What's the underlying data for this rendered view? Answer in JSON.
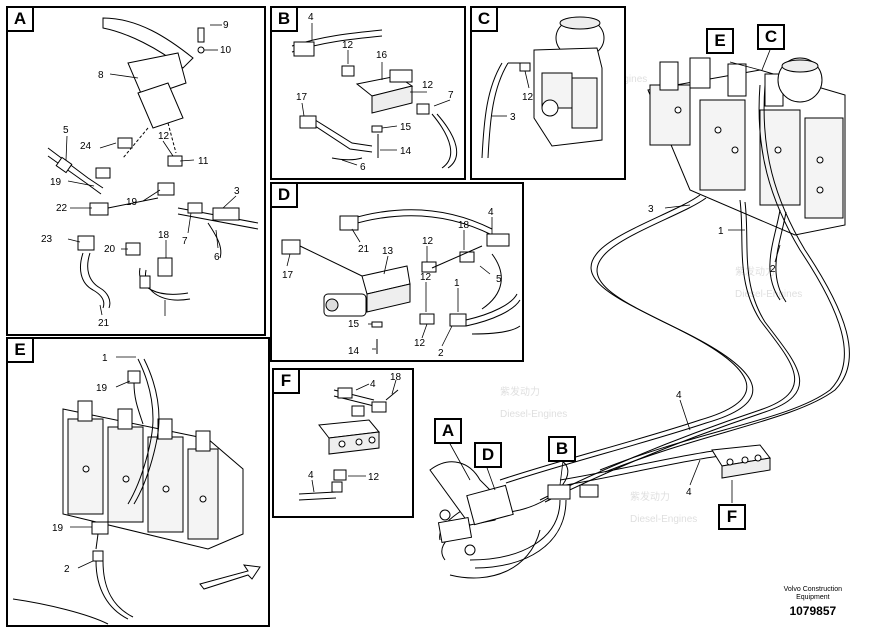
{
  "panels": {
    "A": {
      "label": "A",
      "parts": [
        "9",
        "10",
        "8",
        "5",
        "24",
        "12",
        "11",
        "19",
        "22",
        "3",
        "19",
        "23",
        "20",
        "18",
        "7",
        "6",
        "21"
      ]
    },
    "B": {
      "label": "B",
      "parts": [
        "4",
        "12",
        "16",
        "12",
        "17",
        "15",
        "7",
        "14",
        "6"
      ]
    },
    "C": {
      "label": "C",
      "parts": [
        "12",
        "3"
      ]
    },
    "D": {
      "label": "D",
      "parts": [
        "21",
        "18",
        "4",
        "12",
        "13",
        "17",
        "5",
        "12",
        "1",
        "15",
        "12",
        "2",
        "14"
      ]
    },
    "E": {
      "label": "E",
      "parts": [
        "1",
        "19",
        "19",
        "2"
      ]
    },
    "F": {
      "label": "F",
      "parts": [
        "4",
        "18",
        "4",
        "12"
      ]
    }
  },
  "main": {
    "callouts": [
      "E",
      "C",
      "A",
      "D",
      "B",
      "F"
    ],
    "parts": [
      "3",
      "1",
      "2",
      "4",
      "4"
    ]
  },
  "watermark": {
    "cn": "紫发动力",
    "en": "Diesel-Engines"
  },
  "footer": {
    "brand_line1": "Volvo Construction",
    "brand_line2": "Equipment",
    "number": "1079857"
  }
}
